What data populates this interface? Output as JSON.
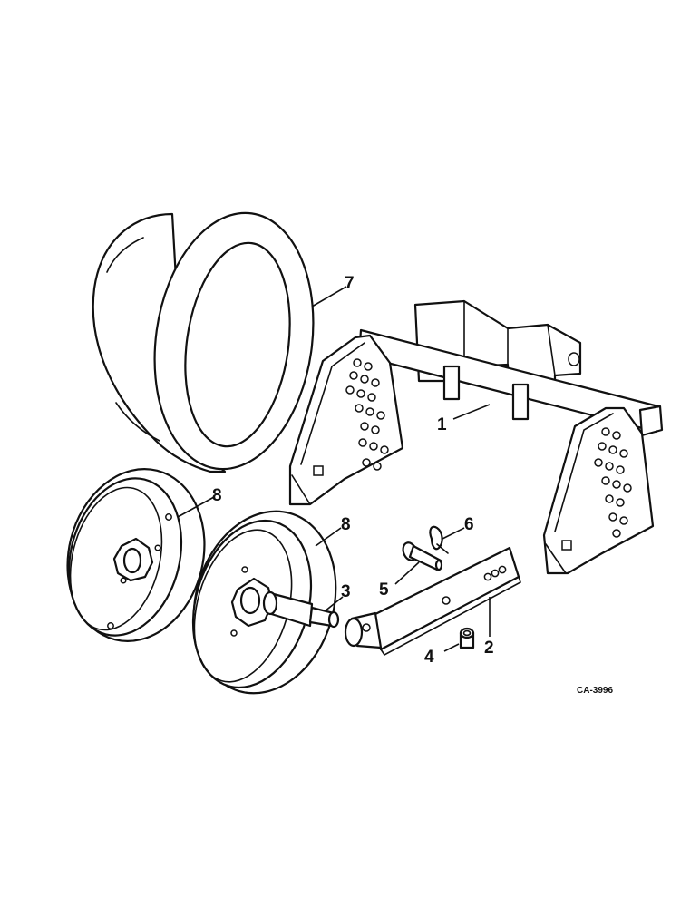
{
  "figure_ref": "CA-3996",
  "callouts": {
    "c1": "1",
    "c2": "2",
    "c3": "3",
    "c4": "4",
    "c5": "5",
    "c6": "6",
    "c7": "7",
    "c8a": "8",
    "c8b": "8"
  }
}
